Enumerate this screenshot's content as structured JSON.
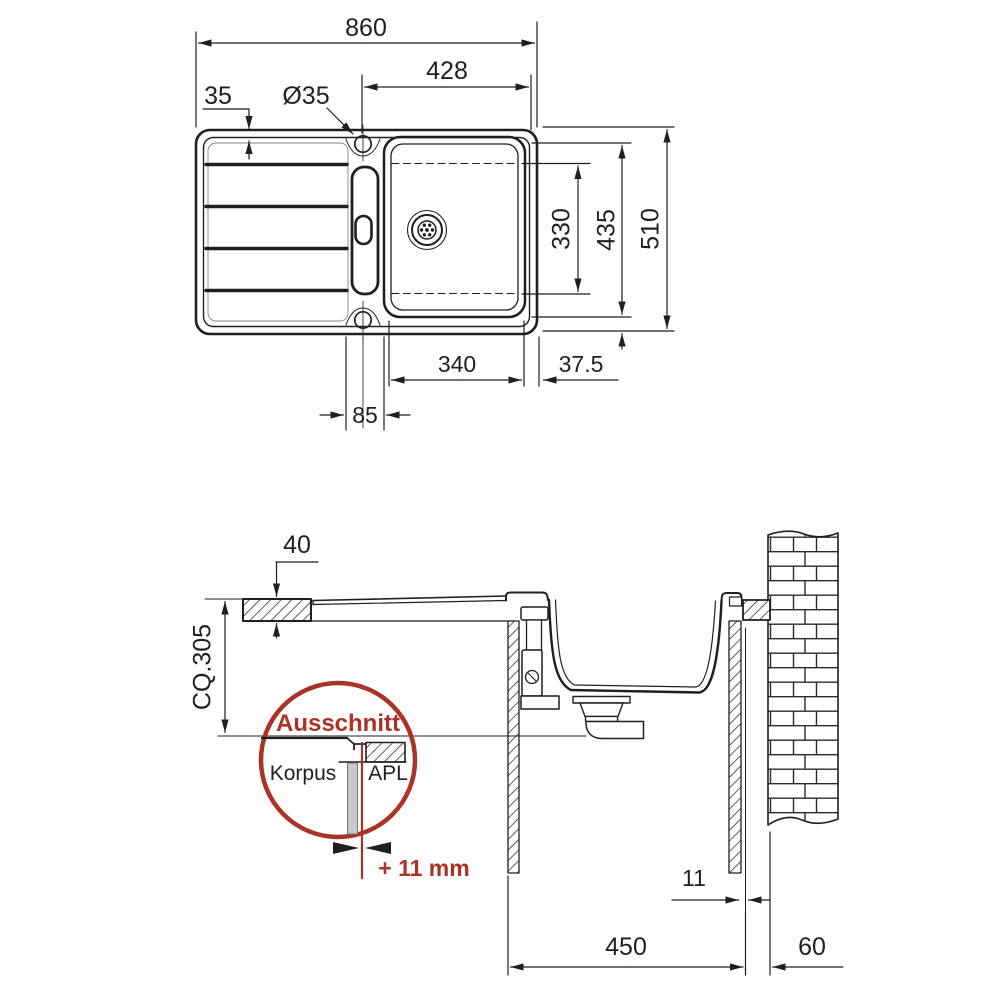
{
  "top_view": {
    "overall_width": "860",
    "tap_offset_right": "428",
    "rim_margin": "35",
    "tap_hole_diameter": "Ø35",
    "bowl_inner_length": "330",
    "bowl_outer_length": "435",
    "overall_depth": "510",
    "bowl_width": "340",
    "edge_margin": "37.5",
    "tap_section_width": "85"
  },
  "section_view": {
    "counter_thickness": "40",
    "cutout_reference": "CQ.305",
    "detail_title": "Ausschnitt",
    "cabinet_label": "Korpus",
    "countertop_label": "APL",
    "offset_note": "+ 11 mm",
    "panel_gap": "11",
    "cabinet_depth": "450",
    "wall_clearance": "60"
  },
  "colors": {
    "accent_red": "#ab3226",
    "line": "#1f1f1f"
  }
}
